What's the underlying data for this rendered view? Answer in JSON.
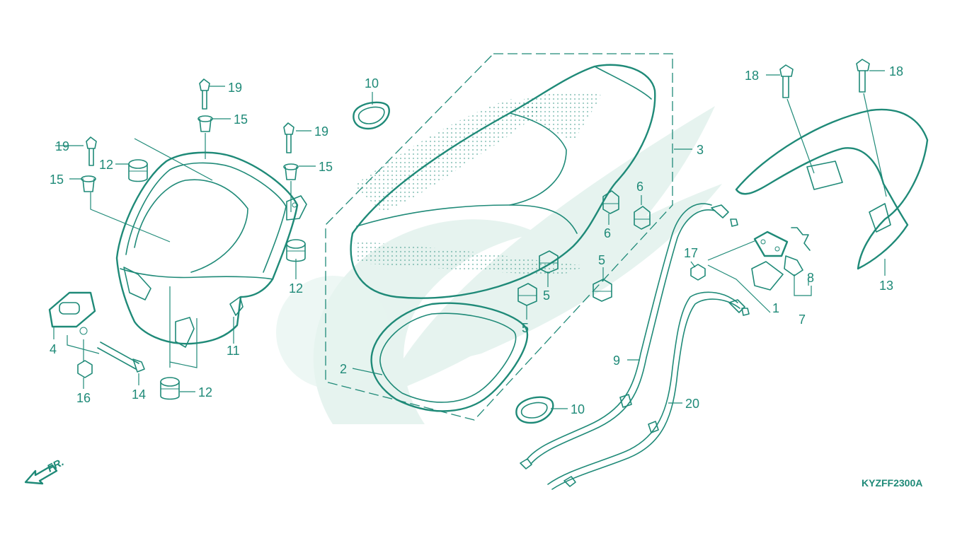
{
  "diagram": {
    "code": "KYZFF2300A",
    "front_marker": "FR.",
    "colors": {
      "line": "#1f8a78",
      "watermark": "#e6f3ef",
      "background": "#ffffff"
    },
    "callouts": [
      "1",
      "2",
      "3",
      "4",
      "5",
      "5",
      "5",
      "6",
      "6",
      "7",
      "8",
      "9",
      "10",
      "10",
      "11",
      "12",
      "12",
      "12",
      "13",
      "14",
      "15",
      "15",
      "15",
      "16",
      "17",
      "18",
      "18",
      "19",
      "19",
      "19",
      "20"
    ]
  }
}
